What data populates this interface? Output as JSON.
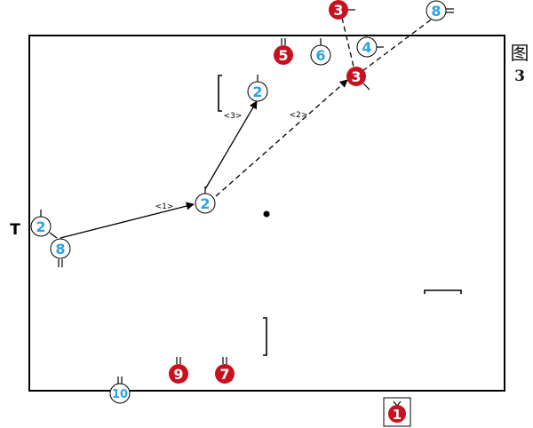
{
  "figure": {
    "label_line1": "图",
    "label_line2": "3"
  },
  "colors": {
    "blue_text": "#29a3e6",
    "red_fill": "#c8101e",
    "line": "#000000",
    "court": "#000000"
  },
  "players": {
    "blue": [
      {
        "id": "b2a",
        "number": "2"
      },
      {
        "id": "b8",
        "number": "8"
      },
      {
        "id": "b2b",
        "number": "2"
      },
      {
        "id": "b2c",
        "number": "2"
      },
      {
        "id": "b6",
        "number": "6"
      },
      {
        "id": "b4",
        "number": "4"
      },
      {
        "id": "b8top",
        "number": "8"
      },
      {
        "id": "b10",
        "number": "10"
      }
    ],
    "red": [
      {
        "id": "r5",
        "number": "5"
      },
      {
        "id": "r3top",
        "number": "3"
      },
      {
        "id": "r3",
        "number": "3"
      },
      {
        "id": "r9",
        "number": "9"
      },
      {
        "id": "r7",
        "number": "7"
      },
      {
        "id": "r1",
        "number": "1"
      }
    ]
  },
  "arrow_labels": {
    "a1": "<1>",
    "a2": "<2>",
    "a3": "<3>"
  },
  "markers": {
    "t_marker": "T"
  }
}
